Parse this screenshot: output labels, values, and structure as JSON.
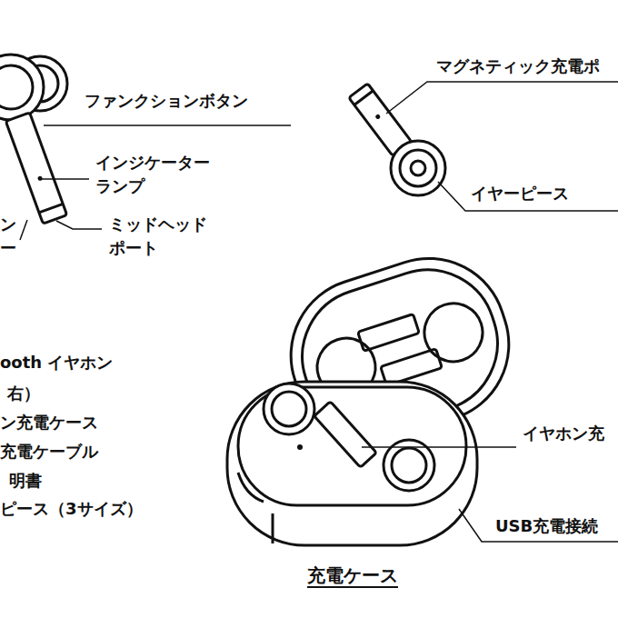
{
  "diagram": {
    "caption": "充電ケース",
    "labels": [
      "ファンクションボタン",
      "インジケーター ランプ",
      "ン ー",
      "ミッドヘッド ポート",
      "ooth イヤホン",
      "右）",
      "ン充電ケース",
      "充電ケーブル",
      "明書",
      "ピース（3サイズ）",
      "マグネティック充電ポ",
      "イヤーピース",
      "イヤホン充",
      "USB充電接続"
    ]
  }
}
